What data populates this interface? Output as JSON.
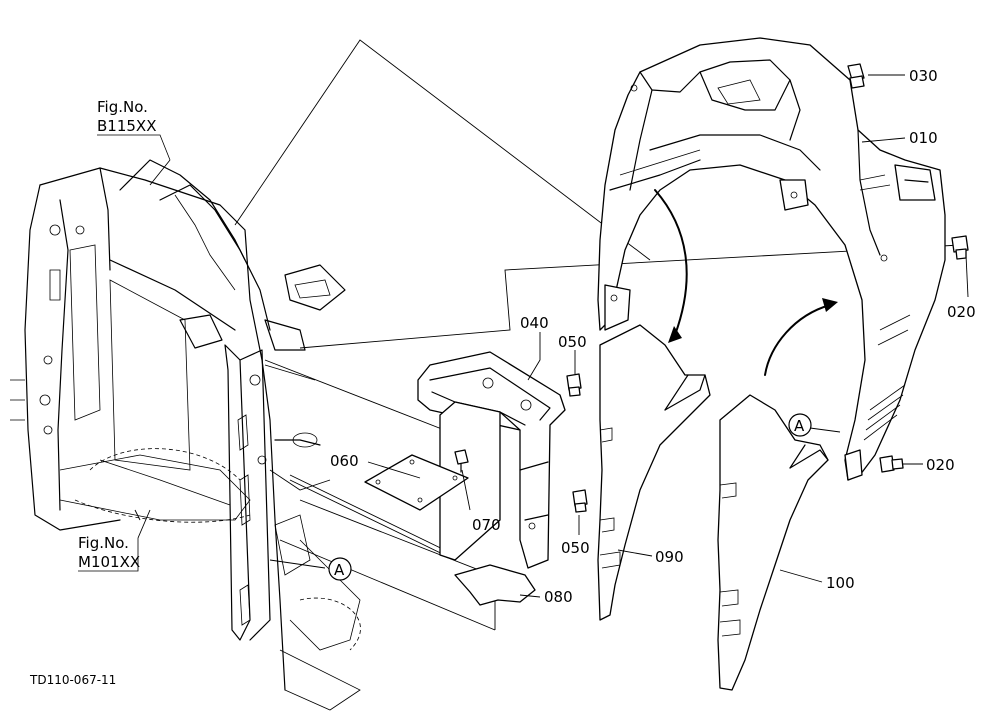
{
  "figure_refs": [
    {
      "line1": "Fig.No.",
      "line2": "B115XX"
    },
    {
      "line1": "Fig.No.",
      "line2": "M101XX"
    }
  ],
  "part_numbers": [
    "010",
    "020",
    "020",
    "030",
    "040",
    "050",
    "050",
    "060",
    "070",
    "080",
    "090",
    "100"
  ],
  "callouts": [
    "A",
    "A"
  ],
  "drawing_code": "TD110-067-11"
}
